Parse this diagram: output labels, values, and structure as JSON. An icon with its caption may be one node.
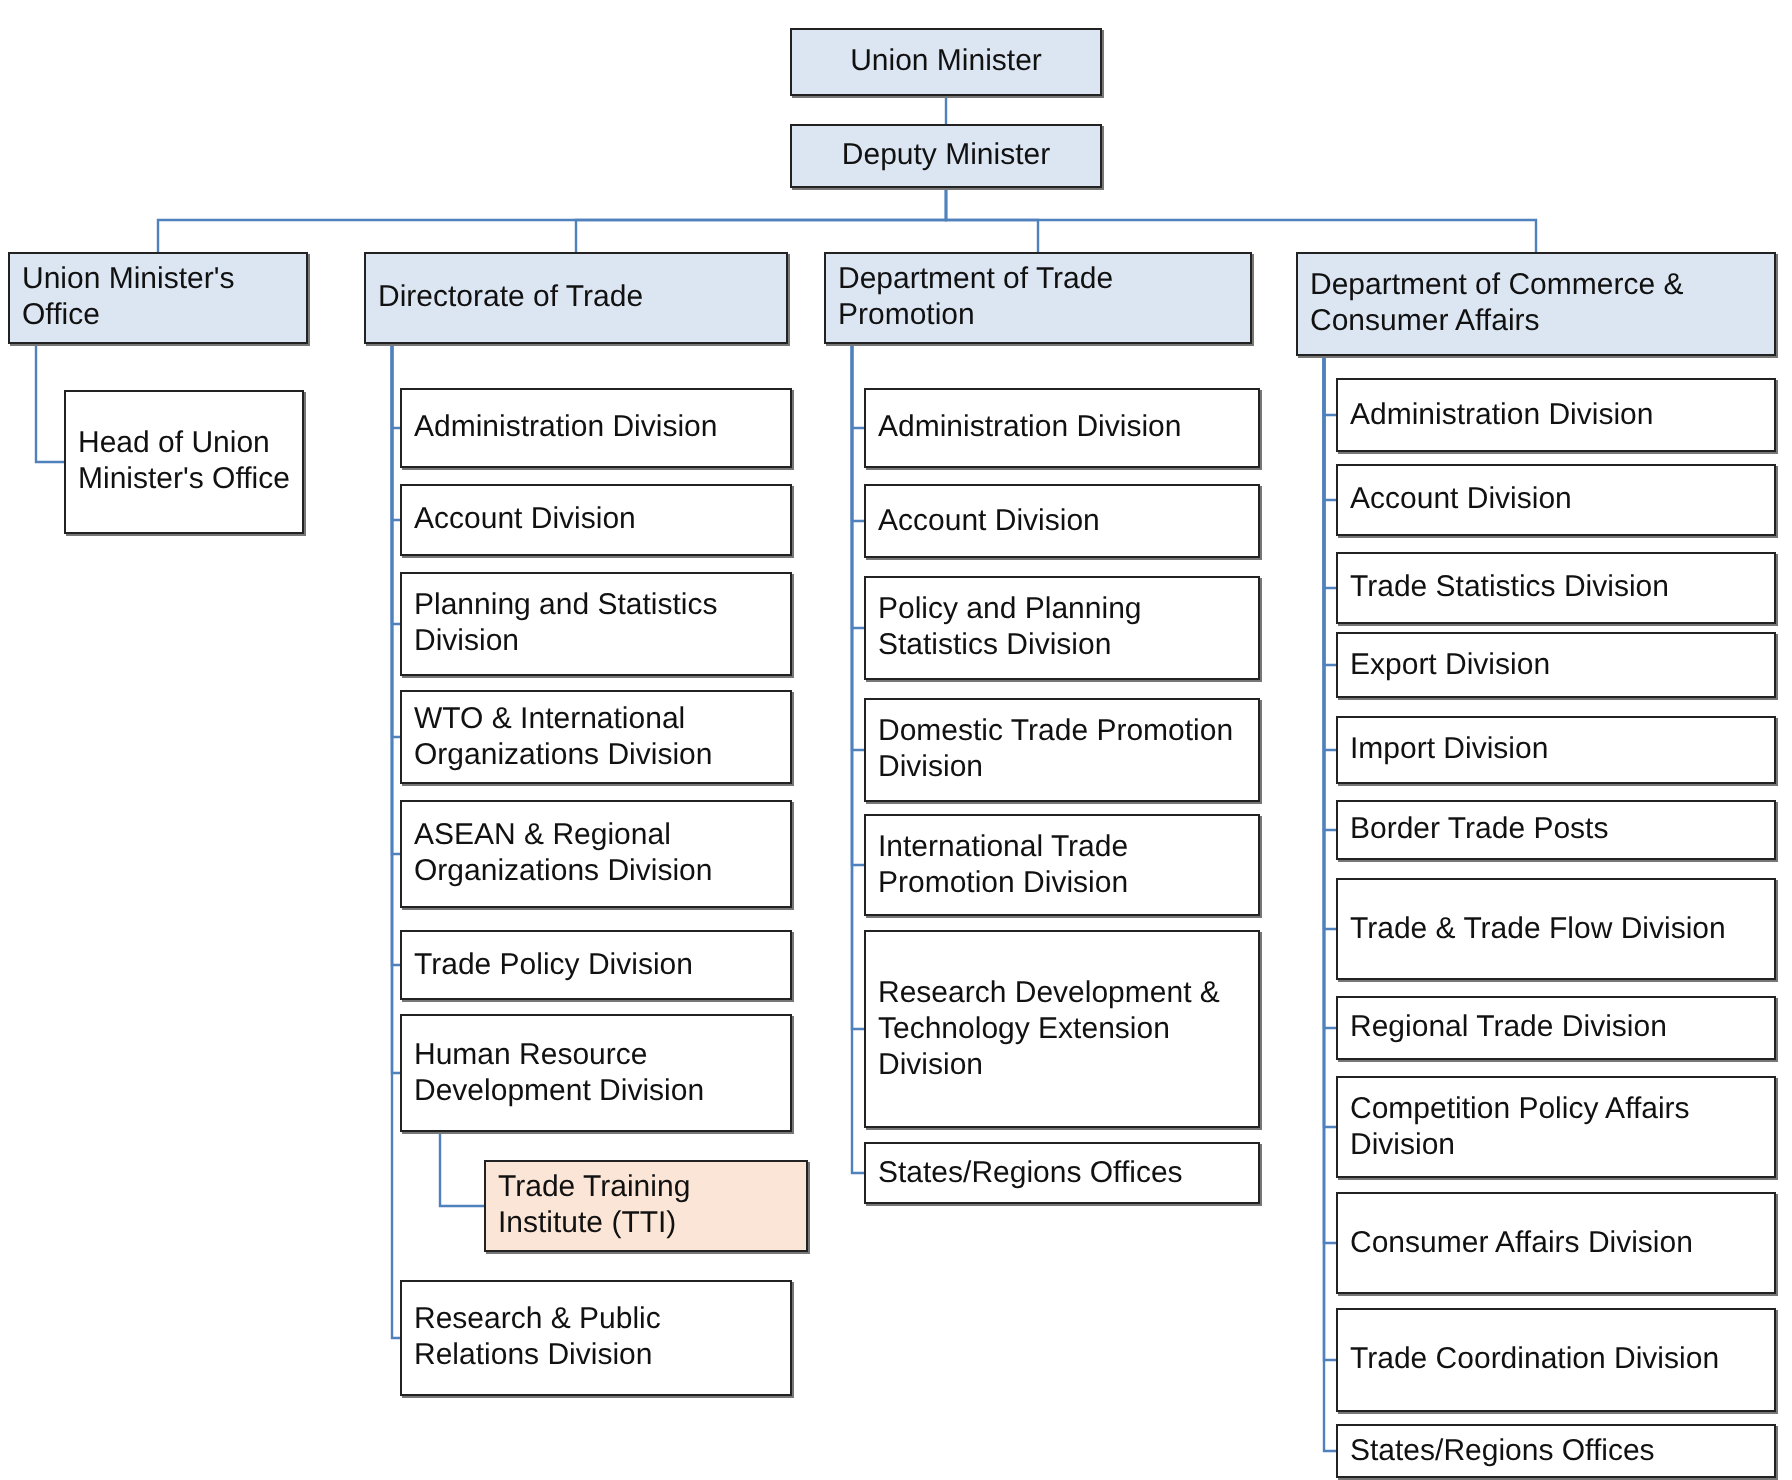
{
  "diagram": {
    "nodes": [
      {
        "text": [
          "Union Minister"
        ]
      },
      {
        "text": [
          "Deputy Minister"
        ]
      },
      {
        "text": [
          "Union Minister's Office"
        ]
      },
      {
        "text": [
          "Head of Union Minister's Office"
        ]
      },
      {
        "text": [
          "Directorate of Trade"
        ]
      },
      {
        "text": [
          "Administration Division"
        ]
      },
      {
        "text": [
          "Account Division"
        ]
      },
      {
        "text": [
          "Planning and Statistics Division"
        ]
      },
      {
        "text": [
          "WTO & International Organizations Division"
        ]
      },
      {
        "text": [
          "ASEAN & Regional Organizations Division"
        ]
      },
      {
        "text": [
          "Trade Policy Division"
        ]
      },
      {
        "text": [
          "Human Resource Development Division"
        ]
      },
      {
        "text": [
          "Trade Training Institute (TTI)"
        ]
      },
      {
        "text": [
          "Research & Public Relations Division"
        ]
      },
      {
        "text": [
          "Department of Trade Promotion"
        ]
      },
      {
        "text": [
          "Administration Division"
        ]
      },
      {
        "text": [
          "Account Division"
        ]
      },
      {
        "text": [
          "Policy and Planning Statistics Division"
        ]
      },
      {
        "text": [
          "Domestic Trade Promotion Division"
        ]
      },
      {
        "text": [
          "International Trade Promotion Division"
        ]
      },
      {
        "text": [
          "Research Development & Technology Extension Division"
        ]
      },
      {
        "text": [
          "States/Regions Offices"
        ]
      },
      {
        "text": [
          "Department of Commerce & Consumer Affairs"
        ]
      },
      {
        "text": [
          "Administration Division"
        ]
      },
      {
        "text": [
          "Account Division"
        ]
      },
      {
        "text": [
          "Trade Statistics Division"
        ]
      },
      {
        "text": [
          "Export Division"
        ]
      },
      {
        "text": [
          "Import Division"
        ]
      },
      {
        "text": [
          "Border Trade Posts"
        ]
      },
      {
        "text": [
          "Trade & Trade Flow Division"
        ]
      },
      {
        "text": [
          "Regional Trade Division"
        ]
      },
      {
        "text": [
          "Competition Policy Affairs Division"
        ]
      },
      {
        "text": [
          "Consumer Affairs Division"
        ]
      },
      {
        "text": [
          "Trade Coordination Division"
        ]
      },
      {
        "text": [
          "States/Regions Offices"
        ]
      }
    ],
    "edges": [
      {
        "from": 0,
        "to": 1,
        "arrow": "none"
      },
      {
        "from": 1,
        "to": 2,
        "arrow": "none"
      },
      {
        "from": 1,
        "to": 4,
        "arrow": "none"
      },
      {
        "from": 1,
        "to": 14,
        "arrow": "none"
      },
      {
        "from": 1,
        "to": 22,
        "arrow": "none"
      },
      {
        "from": 2,
        "to": 3,
        "arrow": "none"
      },
      {
        "from": 4,
        "to": 5,
        "arrow": "none"
      },
      {
        "from": 4,
        "to": 6,
        "arrow": "none"
      },
      {
        "from": 4,
        "to": 7,
        "arrow": "none"
      },
      {
        "from": 4,
        "to": 8,
        "arrow": "none"
      },
      {
        "from": 4,
        "to": 9,
        "arrow": "none"
      },
      {
        "from": 4,
        "to": 10,
        "arrow": "none"
      },
      {
        "from": 4,
        "to": 11,
        "arrow": "none"
      },
      {
        "from": 11,
        "to": 12,
        "arrow": "none"
      },
      {
        "from": 4,
        "to": 13,
        "arrow": "none"
      },
      {
        "from": 14,
        "to": 15,
        "arrow": "none"
      },
      {
        "from": 14,
        "to": 16,
        "arrow": "none"
      },
      {
        "from": 14,
        "to": 17,
        "arrow": "none"
      },
      {
        "from": 14,
        "to": 18,
        "arrow": "none"
      },
      {
        "from": 14,
        "to": 19,
        "arrow": "none"
      },
      {
        "from": 14,
        "to": 20,
        "arrow": "none"
      },
      {
        "from": 14,
        "to": 21,
        "arrow": "none"
      },
      {
        "from": 22,
        "to": 23,
        "arrow": "none"
      },
      {
        "from": 22,
        "to": 24,
        "arrow": "none"
      },
      {
        "from": 22,
        "to": 25,
        "arrow": "none"
      },
      {
        "from": 22,
        "to": 26,
        "arrow": "none"
      },
      {
        "from": 22,
        "to": 27,
        "arrow": "none"
      },
      {
        "from": 22,
        "to": 28,
        "arrow": "none"
      },
      {
        "from": 22,
        "to": 29,
        "arrow": "none"
      },
      {
        "from": 22,
        "to": 30,
        "arrow": "none"
      },
      {
        "from": 22,
        "to": 31,
        "arrow": "none"
      },
      {
        "from": 22,
        "to": 32,
        "arrow": "none"
      },
      {
        "from": 22,
        "to": 33,
        "arrow": "none"
      },
      {
        "from": 22,
        "to": 34,
        "arrow": "none"
      }
    ]
  }
}
